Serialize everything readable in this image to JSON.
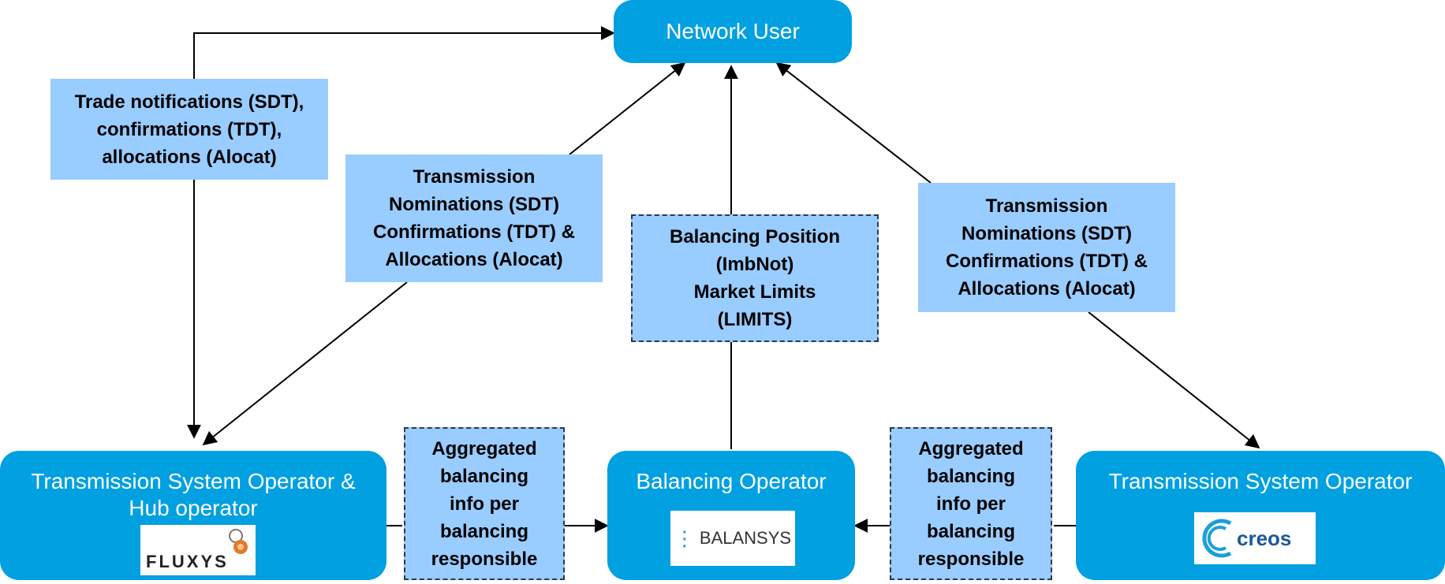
{
  "nodes": {
    "network_user": "Network User",
    "tso_hub": [
      "Transmission System Operator &",
      "Hub operator"
    ],
    "balancing_operator": "Balancing Operator",
    "tso_right": "Transmission System Operator"
  },
  "labels": {
    "trade": [
      "Trade notifications (SDT),",
      "confirmations (TDT),",
      "allocations (Alocat)"
    ],
    "transmission_left": [
      "Transmission",
      "Nominations (SDT)",
      "Confirmations (TDT)  &",
      "Allocations (Alocat)"
    ],
    "balancing_position": [
      "Balancing Position",
      "(ImbNot)",
      "Market Limits",
      "(LIMITS)"
    ],
    "transmission_right": [
      "Transmission",
      "Nominations (SDT)",
      "Confirmations (TDT)  &",
      "Allocations (Alocat)"
    ],
    "aggregated_left": [
      "Aggregated",
      "balancing",
      "info per",
      "balancing",
      "responsible"
    ],
    "aggregated_right": [
      "Aggregated",
      "balancing",
      "info per",
      "balancing",
      "responsible"
    ]
  },
  "logos": {
    "fluxys": "FLUXYS",
    "balansys": "BALANSYS",
    "creos": "creos"
  },
  "colors": {
    "node_fill": "#00a0e1",
    "label_fill": "#99ccff",
    "arrow": "#000000"
  }
}
